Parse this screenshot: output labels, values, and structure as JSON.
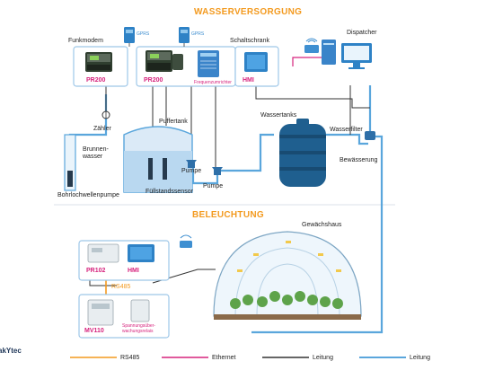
{
  "titles": {
    "water": "WASSERVERSORGUNG",
    "light": "BELEUCHTUNG"
  },
  "labels": {
    "funkmodem": "Funkmodem",
    "gprs1": "GPRS",
    "gprs2": "GPRS",
    "schaltschrank": "Schaltschrank",
    "dispatcher": "Dispatcher",
    "pufferbank": "Puffertank",
    "zaehler": "Zähler",
    "brunnenwasser": "Brunnen-\nwasser",
    "bohrloch": "Bohrlochwellenpumpe",
    "fuellstand": "Füllstandssensor",
    "pumpe1": "Pumpe",
    "pumpe2": "Pumpe",
    "wassertanks": "Wassertanks",
    "wasserfilter": "Wasserfilter",
    "bewaesserung": "Bewässerung",
    "gewaechshaus": "Gewächshaus",
    "rs485": "RS485"
  },
  "devices": {
    "pr200_a": "PR200",
    "pr200_b": "PR200",
    "freq": "Frequenzumrichter",
    "hmi_top": "HMI",
    "pr102": "PR102",
    "hmi_bottom": "HMI",
    "mv110": "MV110",
    "relay": "Spannungsüber-\nwachungsrelais"
  },
  "brand": "akYtec",
  "legend": [
    {
      "label": "RS485",
      "color": "#f39a1f"
    },
    {
      "label": "Ethernet",
      "color": "#d6237d"
    },
    {
      "label": "Leitung",
      "color": "#333333"
    },
    {
      "label": "Leitung",
      "color": "#5aa6dc"
    }
  ],
  "colors": {
    "orange": "#f39a1f",
    "pink": "#d6237d",
    "water": "#5aa6dc",
    "wire": "#333333",
    "tank": "#1f5f8f"
  }
}
